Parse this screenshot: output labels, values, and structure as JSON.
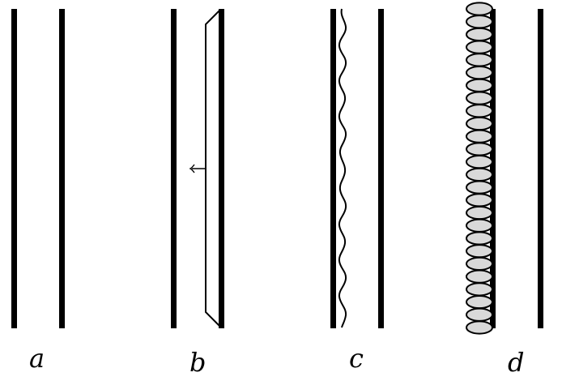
{
  "diagram": {
    "colors": {
      "wall": "#000000",
      "ellipse_fill": "#d9d9d9",
      "background": "#ffffff"
    },
    "panels": [
      {
        "id": "a",
        "label": "a",
        "walls": [
          14,
          73
        ],
        "content": "empty"
      },
      {
        "id": "b",
        "label": "b",
        "walls": [
          211,
          270
        ],
        "content": "plate-with-arrow",
        "arrow_direction": "left",
        "arrow_glyph": "←"
      },
      {
        "id": "c",
        "label": "c",
        "walls": [
          408,
          467
        ],
        "content": "wavy-line"
      },
      {
        "id": "d",
        "label": "d",
        "walls": [
          605,
          664
        ],
        "content": "stack-of-ellipses",
        "ellipse_count": 26
      }
    ]
  }
}
